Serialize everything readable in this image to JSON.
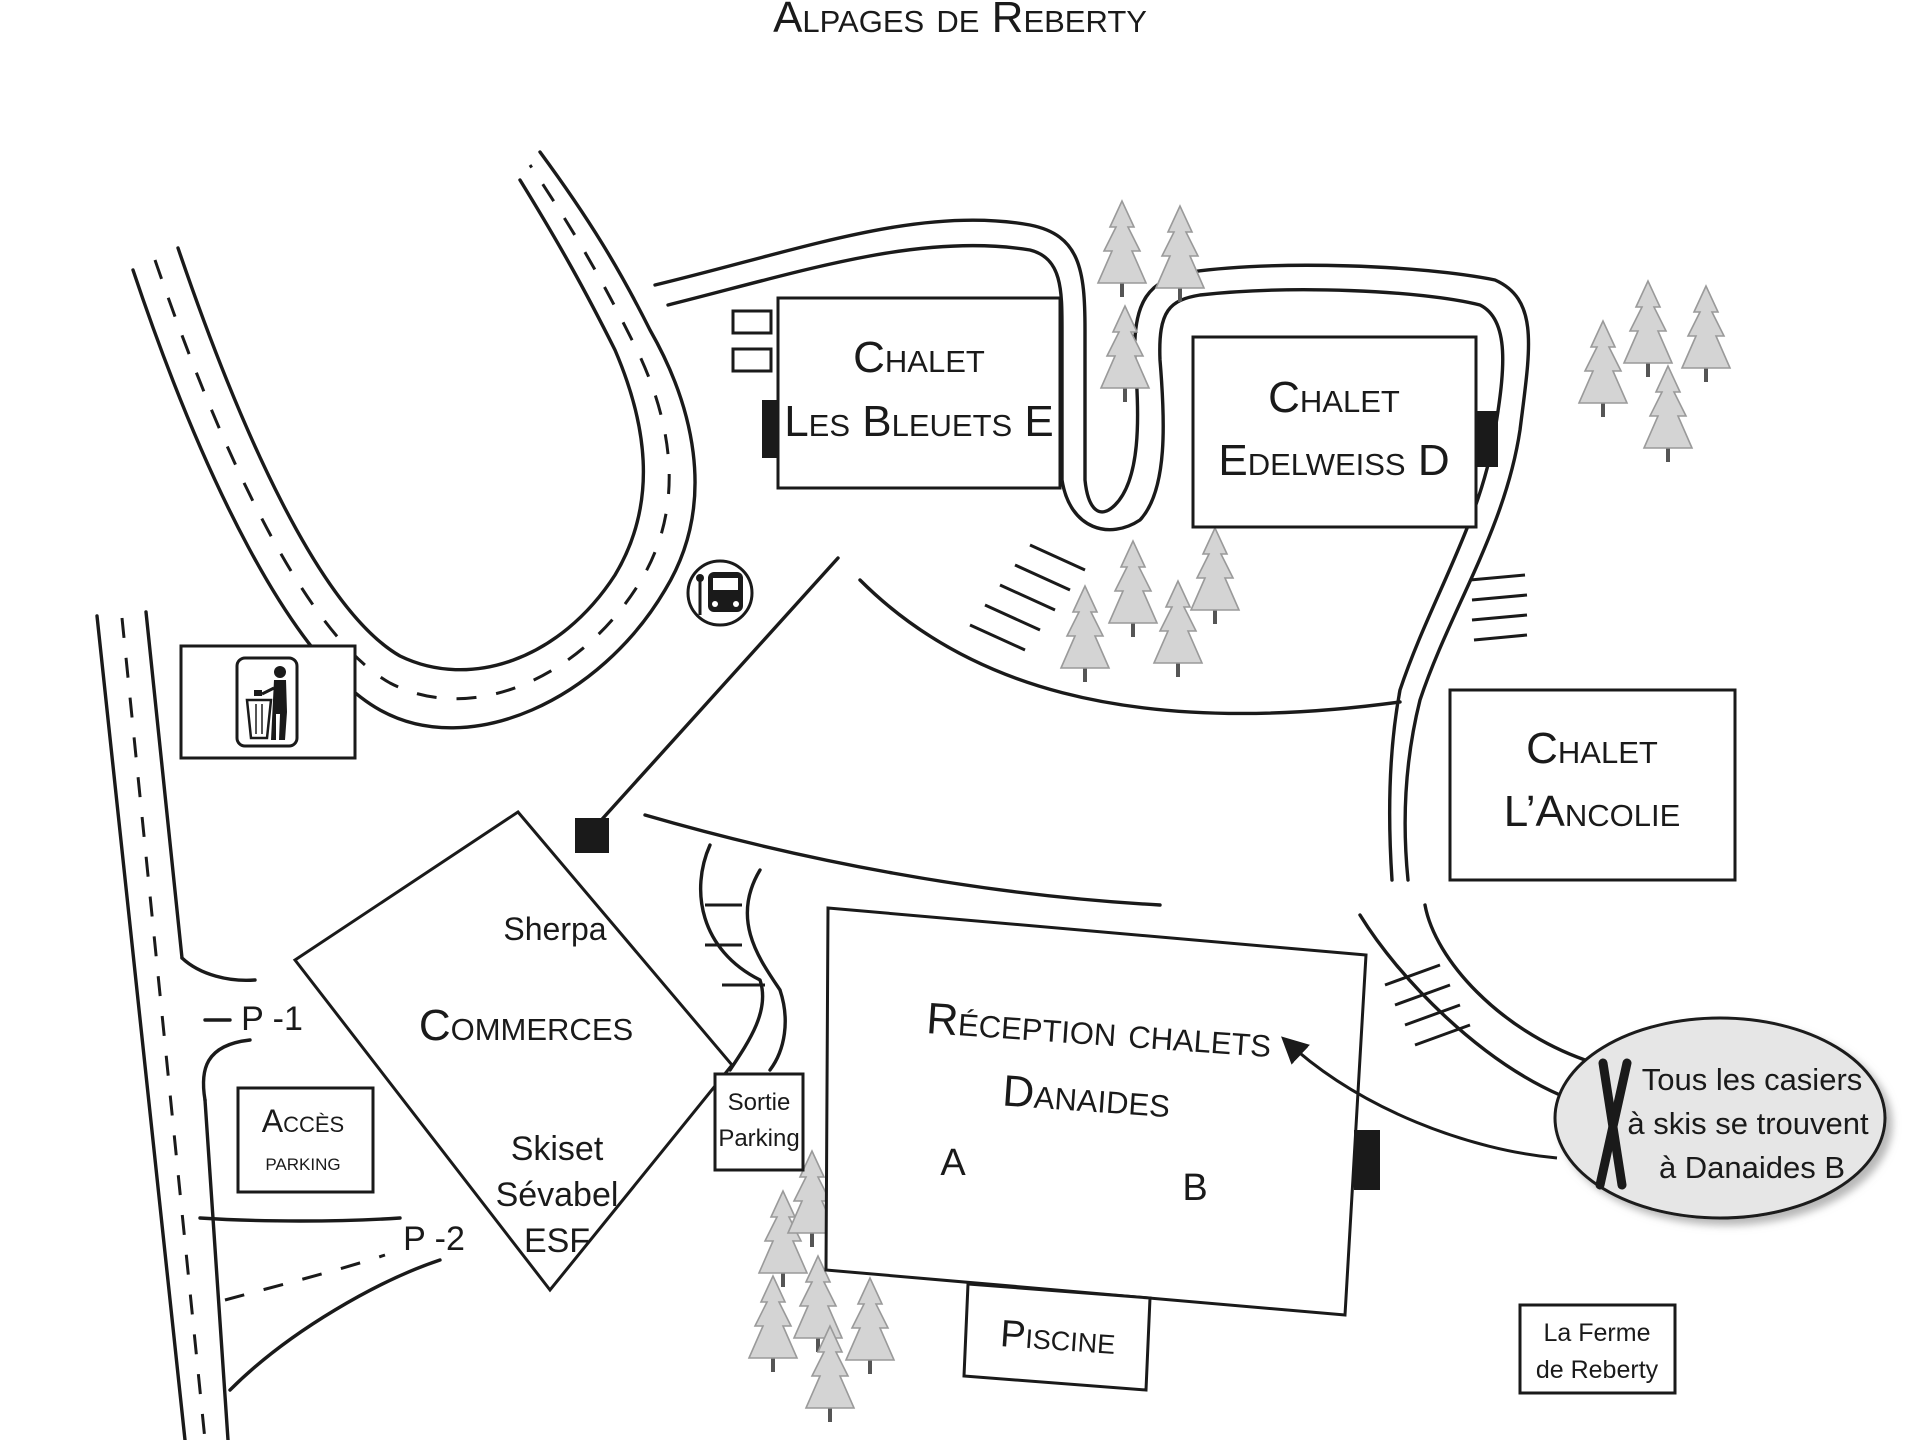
{
  "title": "Alpages de Reberty",
  "buildings": {
    "bleuets": {
      "line1": "Chalet",
      "line2": "Les Bleuets E"
    },
    "edelweiss": {
      "line1": "Chalet",
      "line2": "Edelweiss D"
    },
    "ancolie": {
      "line1": "Chalet",
      "line2": "L’Ancolie"
    },
    "reception": {
      "line1": "Réception chalets",
      "line2": "Danaides",
      "wing_a": "A",
      "wing_b": "B"
    },
    "commerces": {
      "name": "Commerces",
      "shop1": "Sherpa",
      "shop2": "Skiset",
      "shop3": "Sévabel",
      "shop4": "ESF"
    },
    "piscine": "Piscine",
    "acces_parking": {
      "line1": "Accès",
      "line2": "parking"
    },
    "sortie_parking": {
      "line1": "Sortie",
      "line2": "Parking"
    },
    "ferme": {
      "line1": "La Ferme",
      "line2": "de Reberty"
    }
  },
  "parking_labels": {
    "p1": "P -1",
    "p2": "P -2"
  },
  "callout": {
    "line1": "Tous les casiers",
    "line2": "à skis se trouvent",
    "line3": "à Danaides B"
  },
  "icons": [
    "bus-stop-icon",
    "trash-bin-icon",
    "skis-icon",
    "tree-icon"
  ],
  "colors": {
    "ink": "#1a1a1a",
    "tree": "#d4d4d4",
    "callout_fill": "#e6e6e6"
  }
}
